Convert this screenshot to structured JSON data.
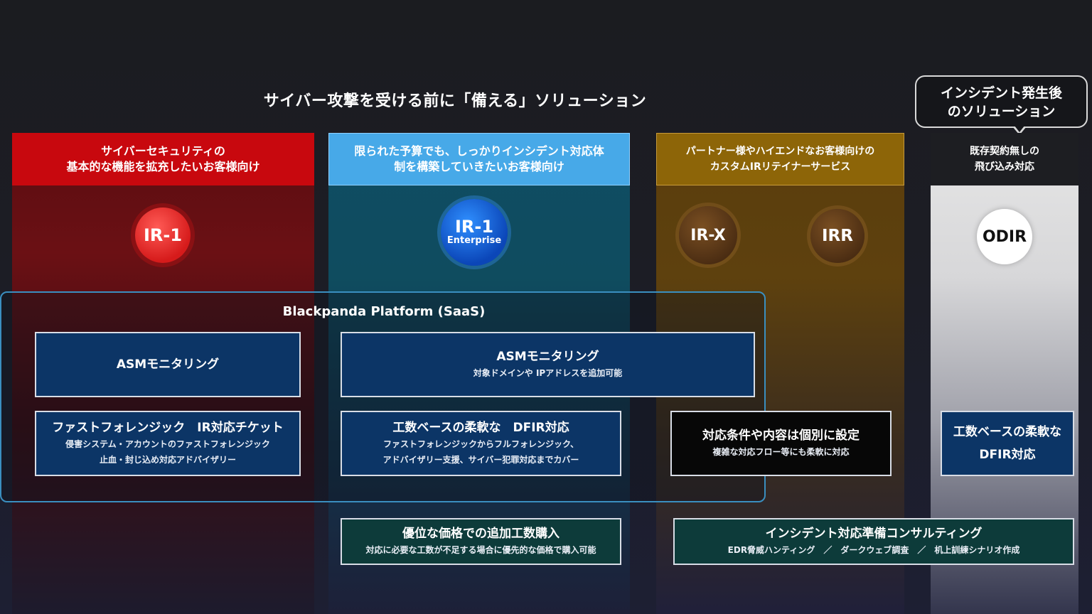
{
  "main_title": "サイバー攻撃を受ける前に「備える」ソリューション",
  "callout": {
    "line1": "インシデント発生後",
    "line2": "のソリューション"
  },
  "columns": {
    "red": {
      "line1": "サイバーセキュリティの",
      "line2": "基本的な機能を拡充したいお客様向け",
      "badge": "IR-1"
    },
    "teal": {
      "line1": "限られた予算でも、しっかりインシデント対応体",
      "line2": "制を構築していきたいお客様向け",
      "badge": "IR-1",
      "badge_sub": "Enterprise"
    },
    "brown": {
      "line1": "パートナー様やハイエンドなお客様向けの",
      "line2": "カスタムIRリテイナーサービス",
      "badge_a": "IR-X",
      "badge_b": "IRR"
    },
    "white": {
      "line1": "既存契約無しの",
      "line2": "飛び込み対応",
      "badge": "ODIR"
    }
  },
  "platform": {
    "title": "Blackpanda Platform (SaaS)"
  },
  "boxes": {
    "asm1": {
      "title": "ASMモニタリング"
    },
    "asm2": {
      "title": "ASMモニタリング",
      "sub": "対象ドメインや IPアドレスを追加可能"
    },
    "ticket": {
      "title": "ファストフォレンジック　IR対応チケット",
      "sub1": "侵害システム・アカウントのファストフォレンジック",
      "sub2": "止血・封じ込め対応アドバイザリー"
    },
    "dfir": {
      "title": "工数ベースの柔軟な　DFIR対応",
      "sub1": "ファストフォレンジックからフルフォレンジック、",
      "sub2": "アドバイザリー支援、サイバー犯罪対応までカバー"
    },
    "custom": {
      "title": "対応条件や内容は個別に設定",
      "sub": "複雑な対応フロー等にも柔軟に対応"
    },
    "odir_dfir": {
      "line1": "工数ベースの柔軟な",
      "line2": "DFIR対応"
    },
    "extra": {
      "title": "優位な価格での追加工数購入",
      "sub": "対応に必要な工数が不足する場合に優先的な価格で購入可能"
    },
    "consult": {
      "title": "インシデント対応準備コンサルティング",
      "sub": "EDR脅威ハンティング　／　ダークウェブ調査　／　机上訓練シナリオ作成"
    }
  },
  "colors": {
    "red": "#c8080e",
    "teal": "#47a9e8",
    "brown": "#8d6508",
    "navy": "#0c3566",
    "green": "#0d3b3a",
    "frame": "#3a8fc0"
  }
}
